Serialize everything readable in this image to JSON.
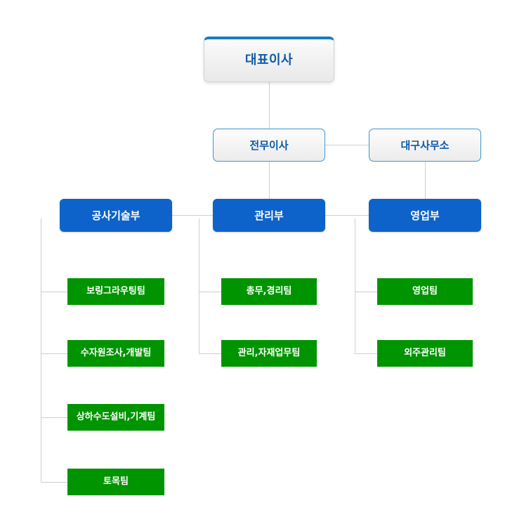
{
  "chart_data": {
    "type": "diagram",
    "title": "조직도",
    "orientation": "top-down",
    "colors": {
      "ceo_accent": "#1a7ac4",
      "ceo_text": "#0d5ba8",
      "ceo_fill": "#f2f2f2",
      "exec_border": "#3d95cf",
      "exec_text": "#0d5ba8",
      "exec_fill": "#f4f4f4",
      "dept_fill": "#0d63c9",
      "dept_text": "#ffffff",
      "team_fill": "#019401",
      "team_text": "#ffffff",
      "connector": "#cfcfcf",
      "background": "#ffffff"
    },
    "levels": [
      {
        "level": 1,
        "name": "executive-officer",
        "nodes": [
          "대표이사"
        ]
      },
      {
        "level": 2,
        "name": "executive-director",
        "nodes": [
          "전무이사",
          "대구사무소"
        ]
      },
      {
        "level": 3,
        "name": "departments",
        "nodes": [
          "공사기술부",
          "관리부",
          "영업부"
        ]
      },
      {
        "level": 4,
        "name": "teams",
        "nodes": [
          "보링그라우팅팀",
          "수자원조사,개발팀",
          "상하수도설비,기계팀",
          "토목팀",
          "총무,경리팀",
          "관리,자재업무팀",
          "영업팀",
          "외주관리팀"
        ]
      }
    ],
    "edges": [
      {
        "from": "대표이사",
        "to": "전무이사"
      },
      {
        "from": "전무이사",
        "to": "대구사무소"
      },
      {
        "from": "전무이사",
        "to": "관리부"
      },
      {
        "from": "대구사무소",
        "to": "영업부"
      },
      {
        "from": "관리부",
        "to": "공사기술부"
      },
      {
        "from": "관리부",
        "to": "영업부"
      },
      {
        "from": "공사기술부",
        "to": "보링그라우팅팀"
      },
      {
        "from": "공사기술부",
        "to": "수자원조사,개발팀"
      },
      {
        "from": "공사기술부",
        "to": "상하수도설비,기계팀"
      },
      {
        "from": "공사기술부",
        "to": "토목팀"
      },
      {
        "from": "관리부",
        "to": "총무,경리팀"
      },
      {
        "from": "관리부",
        "to": "관리,자재업무팀"
      },
      {
        "from": "영업부",
        "to": "영업팀"
      },
      {
        "from": "영업부",
        "to": "외주관리팀"
      }
    ]
  },
  "nodes": {
    "ceo": {
      "label": "대표이사"
    },
    "managing_director": {
      "label": "전무이사"
    },
    "daegu_office": {
      "label": "대구사무소"
    },
    "dept_construction": {
      "label": "공사기술부"
    },
    "dept_management": {
      "label": "관리부"
    },
    "dept_sales": {
      "label": "영업부"
    },
    "team_boring_grouting": {
      "label": "보링그라우팅팀"
    },
    "team_water_resources": {
      "label": "수자원조사,개발팀"
    },
    "team_water_supply": {
      "label": "상하수도설비,기계팀"
    },
    "team_civil": {
      "label": "토목팀"
    },
    "team_general_affairs": {
      "label": "총무,경리팀"
    },
    "team_materials": {
      "label": "관리,자재업무팀"
    },
    "team_sales": {
      "label": "영업팀"
    },
    "team_outsourcing": {
      "label": "외주관리팀"
    }
  }
}
